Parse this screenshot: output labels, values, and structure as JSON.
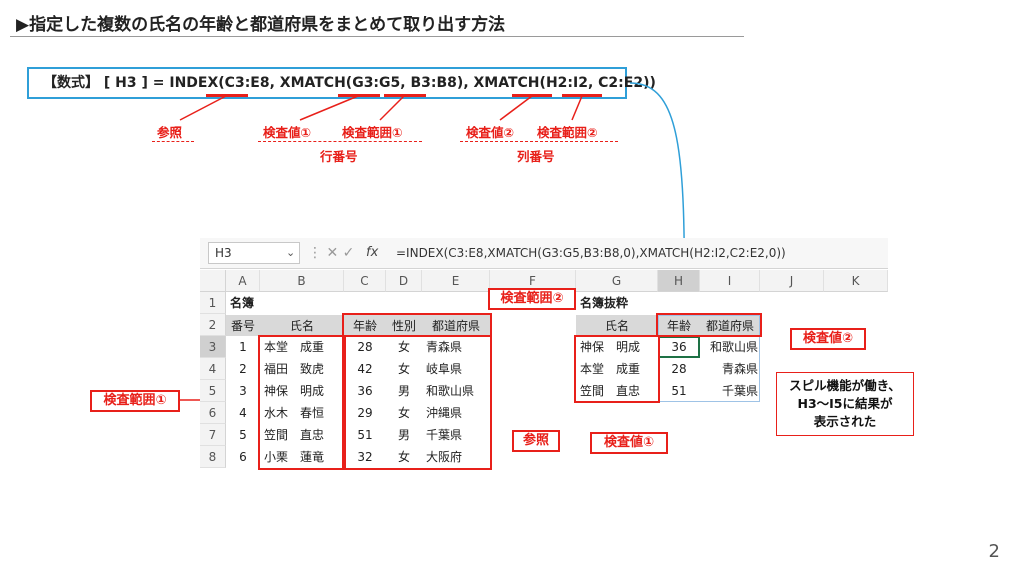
{
  "title": "▶指定した複数の氏名の年齢と都道府県をまとめて取り出す方法",
  "formula": {
    "prefix": "【数式】 [ H3 ] = INDEX(",
    "ref": "C3:E8",
    "mid1": ", XMATCH(",
    "lookup1": "G3:G5",
    "comma1": ", ",
    "range1": "B3:B8",
    "mid2": "), XMATCH(",
    "lookup2": "H2:I2",
    "comma2": ", ",
    "range2": "C2:E2",
    "suffix": "))"
  },
  "labels": {
    "ref": "参照",
    "lookup1": "検査値①",
    "range1": "検査範囲①",
    "row_number": "行番号",
    "lookup2": "検査値②",
    "range2": "検査範囲②",
    "col_number": "列番号"
  },
  "excel": {
    "name_box": "H3",
    "name_box_arrow": "⌄",
    "fb_icons": "⋮  ✕  ✓",
    "fx": "fx",
    "formula_bar": "=INDEX(C3:E8,XMATCH(G3:G5,B3:B8,0),XMATCH(H2:I2,C2:E2,0))",
    "columns": [
      "A",
      "B",
      "C",
      "D",
      "E",
      "F",
      "G",
      "H",
      "I",
      "J",
      "K"
    ],
    "rows": [
      "1",
      "2",
      "3",
      "4",
      "5",
      "6",
      "7",
      "8"
    ],
    "A1": "名簿",
    "G1": "名簿抜粋",
    "headers": {
      "A": "番号",
      "B": "氏名",
      "C": "年齢",
      "D": "性別",
      "E": "都道府県",
      "G": "氏名",
      "H": "年齢",
      "I": "都道府県"
    },
    "data": [
      {
        "no": "1",
        "name": "本堂　成重",
        "age": "28",
        "sex": "女",
        "pref": "青森県"
      },
      {
        "no": "2",
        "name": "福田　致虎",
        "age": "42",
        "sex": "女",
        "pref": "岐阜県"
      },
      {
        "no": "3",
        "name": "神保　明成",
        "age": "36",
        "sex": "男",
        "pref": "和歌山県"
      },
      {
        "no": "4",
        "name": "水木　春恒",
        "age": "29",
        "sex": "女",
        "pref": "沖縄県"
      },
      {
        "no": "5",
        "name": "笠間　直忠",
        "age": "51",
        "sex": "男",
        "pref": "千葉県"
      },
      {
        "no": "6",
        "name": "小栗　蓮竜",
        "age": "32",
        "sex": "女",
        "pref": "大阪府"
      }
    ],
    "extract": [
      {
        "name": "神保　明成",
        "age": "36",
        "pref": "和歌山県"
      },
      {
        "name": "本堂　成重",
        "age": "28",
        "pref": "青森県"
      },
      {
        "name": "笠間　直忠",
        "age": "51",
        "pref": "千葉県"
      }
    ]
  },
  "callouts": {
    "range2": "検査範囲②",
    "lookup2": "検査値②",
    "range1": "検査範囲①",
    "ref": "参照",
    "lookup1": "検査値①",
    "note_line1": "スピル機能が働き、",
    "note_line2": "H3～I5に結果が",
    "note_line3": "表示された"
  },
  "page_number": "2",
  "colors": {
    "red": "#e8201a",
    "blue": "#2f9fd8",
    "header_gray": "#d9d9d9"
  }
}
